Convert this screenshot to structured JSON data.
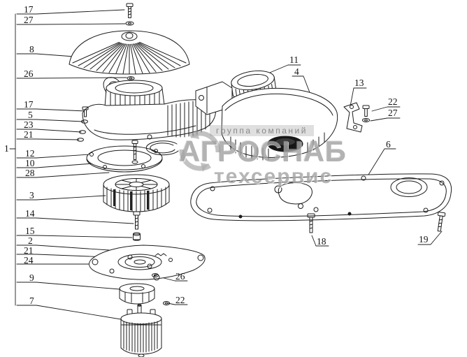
{
  "colors": {
    "line": "#1c1c1c",
    "watermark_gray": "#9c9c9c",
    "background": "#ffffff"
  },
  "watermark": {
    "top_line": "группа компаний",
    "brand": "АГРОСНАБ",
    "bottom_line": "техсервис"
  },
  "callouts": {
    "group_label": "1",
    "left": [
      {
        "label": "17"
      },
      {
        "label": "27"
      },
      {
        "label": "8"
      },
      {
        "label": "26"
      },
      {
        "label": "17"
      },
      {
        "label": "5"
      },
      {
        "label": "23"
      },
      {
        "label": "21"
      },
      {
        "label": "12"
      },
      {
        "label": "10"
      },
      {
        "label": "28"
      },
      {
        "label": "3"
      },
      {
        "label": "14"
      },
      {
        "label": "15"
      },
      {
        "label": "2"
      },
      {
        "label": "21"
      },
      {
        "label": "24"
      },
      {
        "label": "9"
      },
      {
        "label": "7"
      }
    ],
    "right": [
      {
        "label": "11"
      },
      {
        "label": "4"
      },
      {
        "label": "13"
      },
      {
        "label": "22"
      },
      {
        "label": "27"
      },
      {
        "label": "6"
      },
      {
        "label": "18"
      },
      {
        "label": "19"
      }
    ],
    "middle": [
      {
        "label": "26"
      },
      {
        "label": "22"
      }
    ]
  }
}
